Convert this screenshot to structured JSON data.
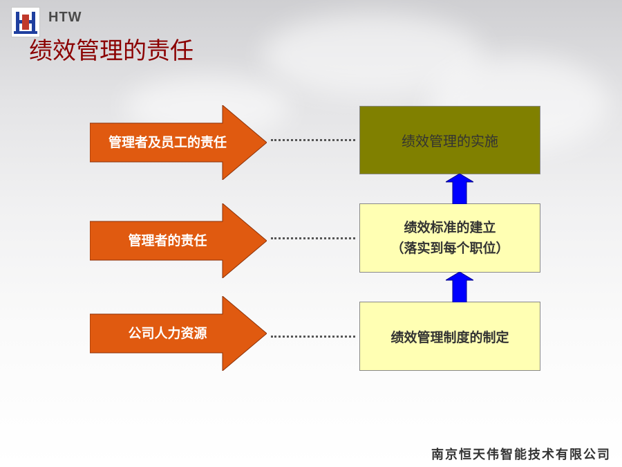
{
  "header": {
    "brand": "HTW",
    "title": "绩效管理的责任"
  },
  "arrows": [
    {
      "label": "管理者及员工的责任"
    },
    {
      "label": "管理者的责任"
    },
    {
      "label": "公司人力资源"
    }
  ],
  "boxes": [
    {
      "line1": "绩效管理的实施",
      "line2": ""
    },
    {
      "line1": "绩效标准的建立",
      "line2": "（落实到每个职位）"
    },
    {
      "line1": "绩效管理制度的制定",
      "line2": ""
    }
  ],
  "footer": {
    "company": "南京恒天伟智能技术有限公司"
  },
  "colors": {
    "title": "#8b0000",
    "arrow_fill": "#e05a10",
    "top_box": "#808000",
    "light_box": "#ffffb3",
    "up_arrow": "#0000ff"
  }
}
